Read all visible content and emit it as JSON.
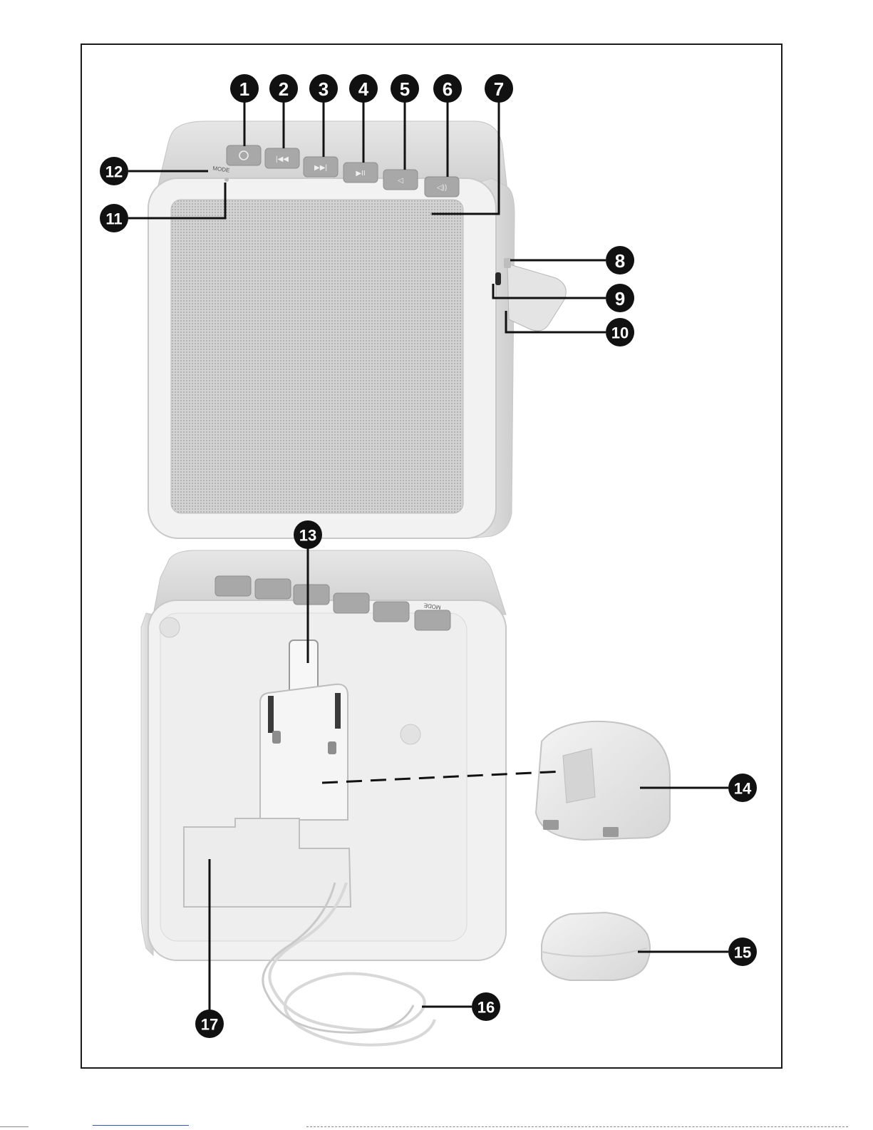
{
  "callouts": [
    "1",
    "2",
    "3",
    "4",
    "5",
    "6",
    "7",
    "8",
    "9",
    "10",
    "11",
    "12",
    "13",
    "14",
    "15",
    "16",
    "17"
  ],
  "front_speaker": {
    "mode_label": "MODE"
  },
  "back_speaker": {
    "mode_label": "MODE"
  },
  "colors": {
    "badge": "#111111",
    "frame": "#1a1a1a",
    "device_body": "#eeeeee",
    "device_top": "#d8d8d8",
    "button": "#a9a9a9",
    "grille": "#c9c9c9"
  }
}
